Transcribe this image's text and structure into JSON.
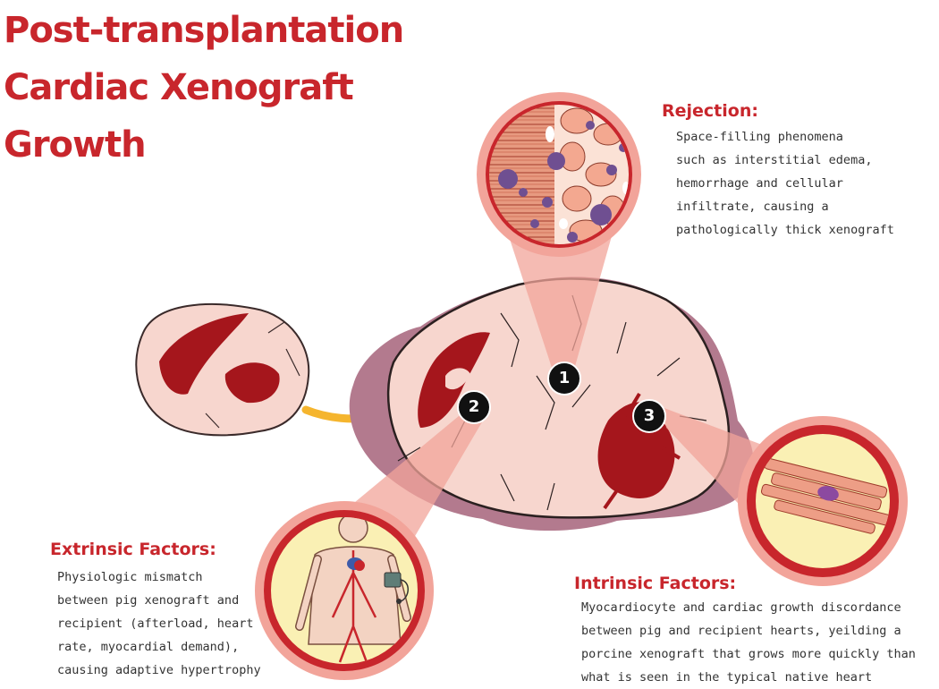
{
  "title": {
    "lines": [
      "Post-transplantation",
      "Cardiac Xenograft",
      "Growth"
    ]
  },
  "markers": [
    "1",
    "2",
    "3"
  ],
  "rejection": {
    "heading": "Rejection:",
    "text": "Space-filling phenomena\nsuch as interstitial edema,\nhemorrhage and cellular\ninfiltrate, causing a\npathologically thick xenograft"
  },
  "extrinsic": {
    "heading": "Extrinsic Factors:",
    "text": "Physiologic mismatch\nbetween pig xenograft and\nrecipient (afterload, heart\nrate, myocardial demand),\ncausing adaptive hypertrophy"
  },
  "intrinsic": {
    "heading": "Intrinsic Factors:",
    "text": "Myocardiocyte and cardiac growth discordance\nbetween pig and recipient hearts, yeilding a\nporcine xenograft that grows more quickly than\nwhat is seen in the typical native heart"
  },
  "colors": {
    "accent_red": "#c8262c",
    "tissue_pink": "#f7d6ce",
    "lumen_dark_red": "#a5161c",
    "pericardium_mauve": "#b37a8e",
    "callout_pink": "#f2a49a",
    "arrow_orange": "#f5b52e",
    "inset_yellow": "#faf0b4"
  }
}
